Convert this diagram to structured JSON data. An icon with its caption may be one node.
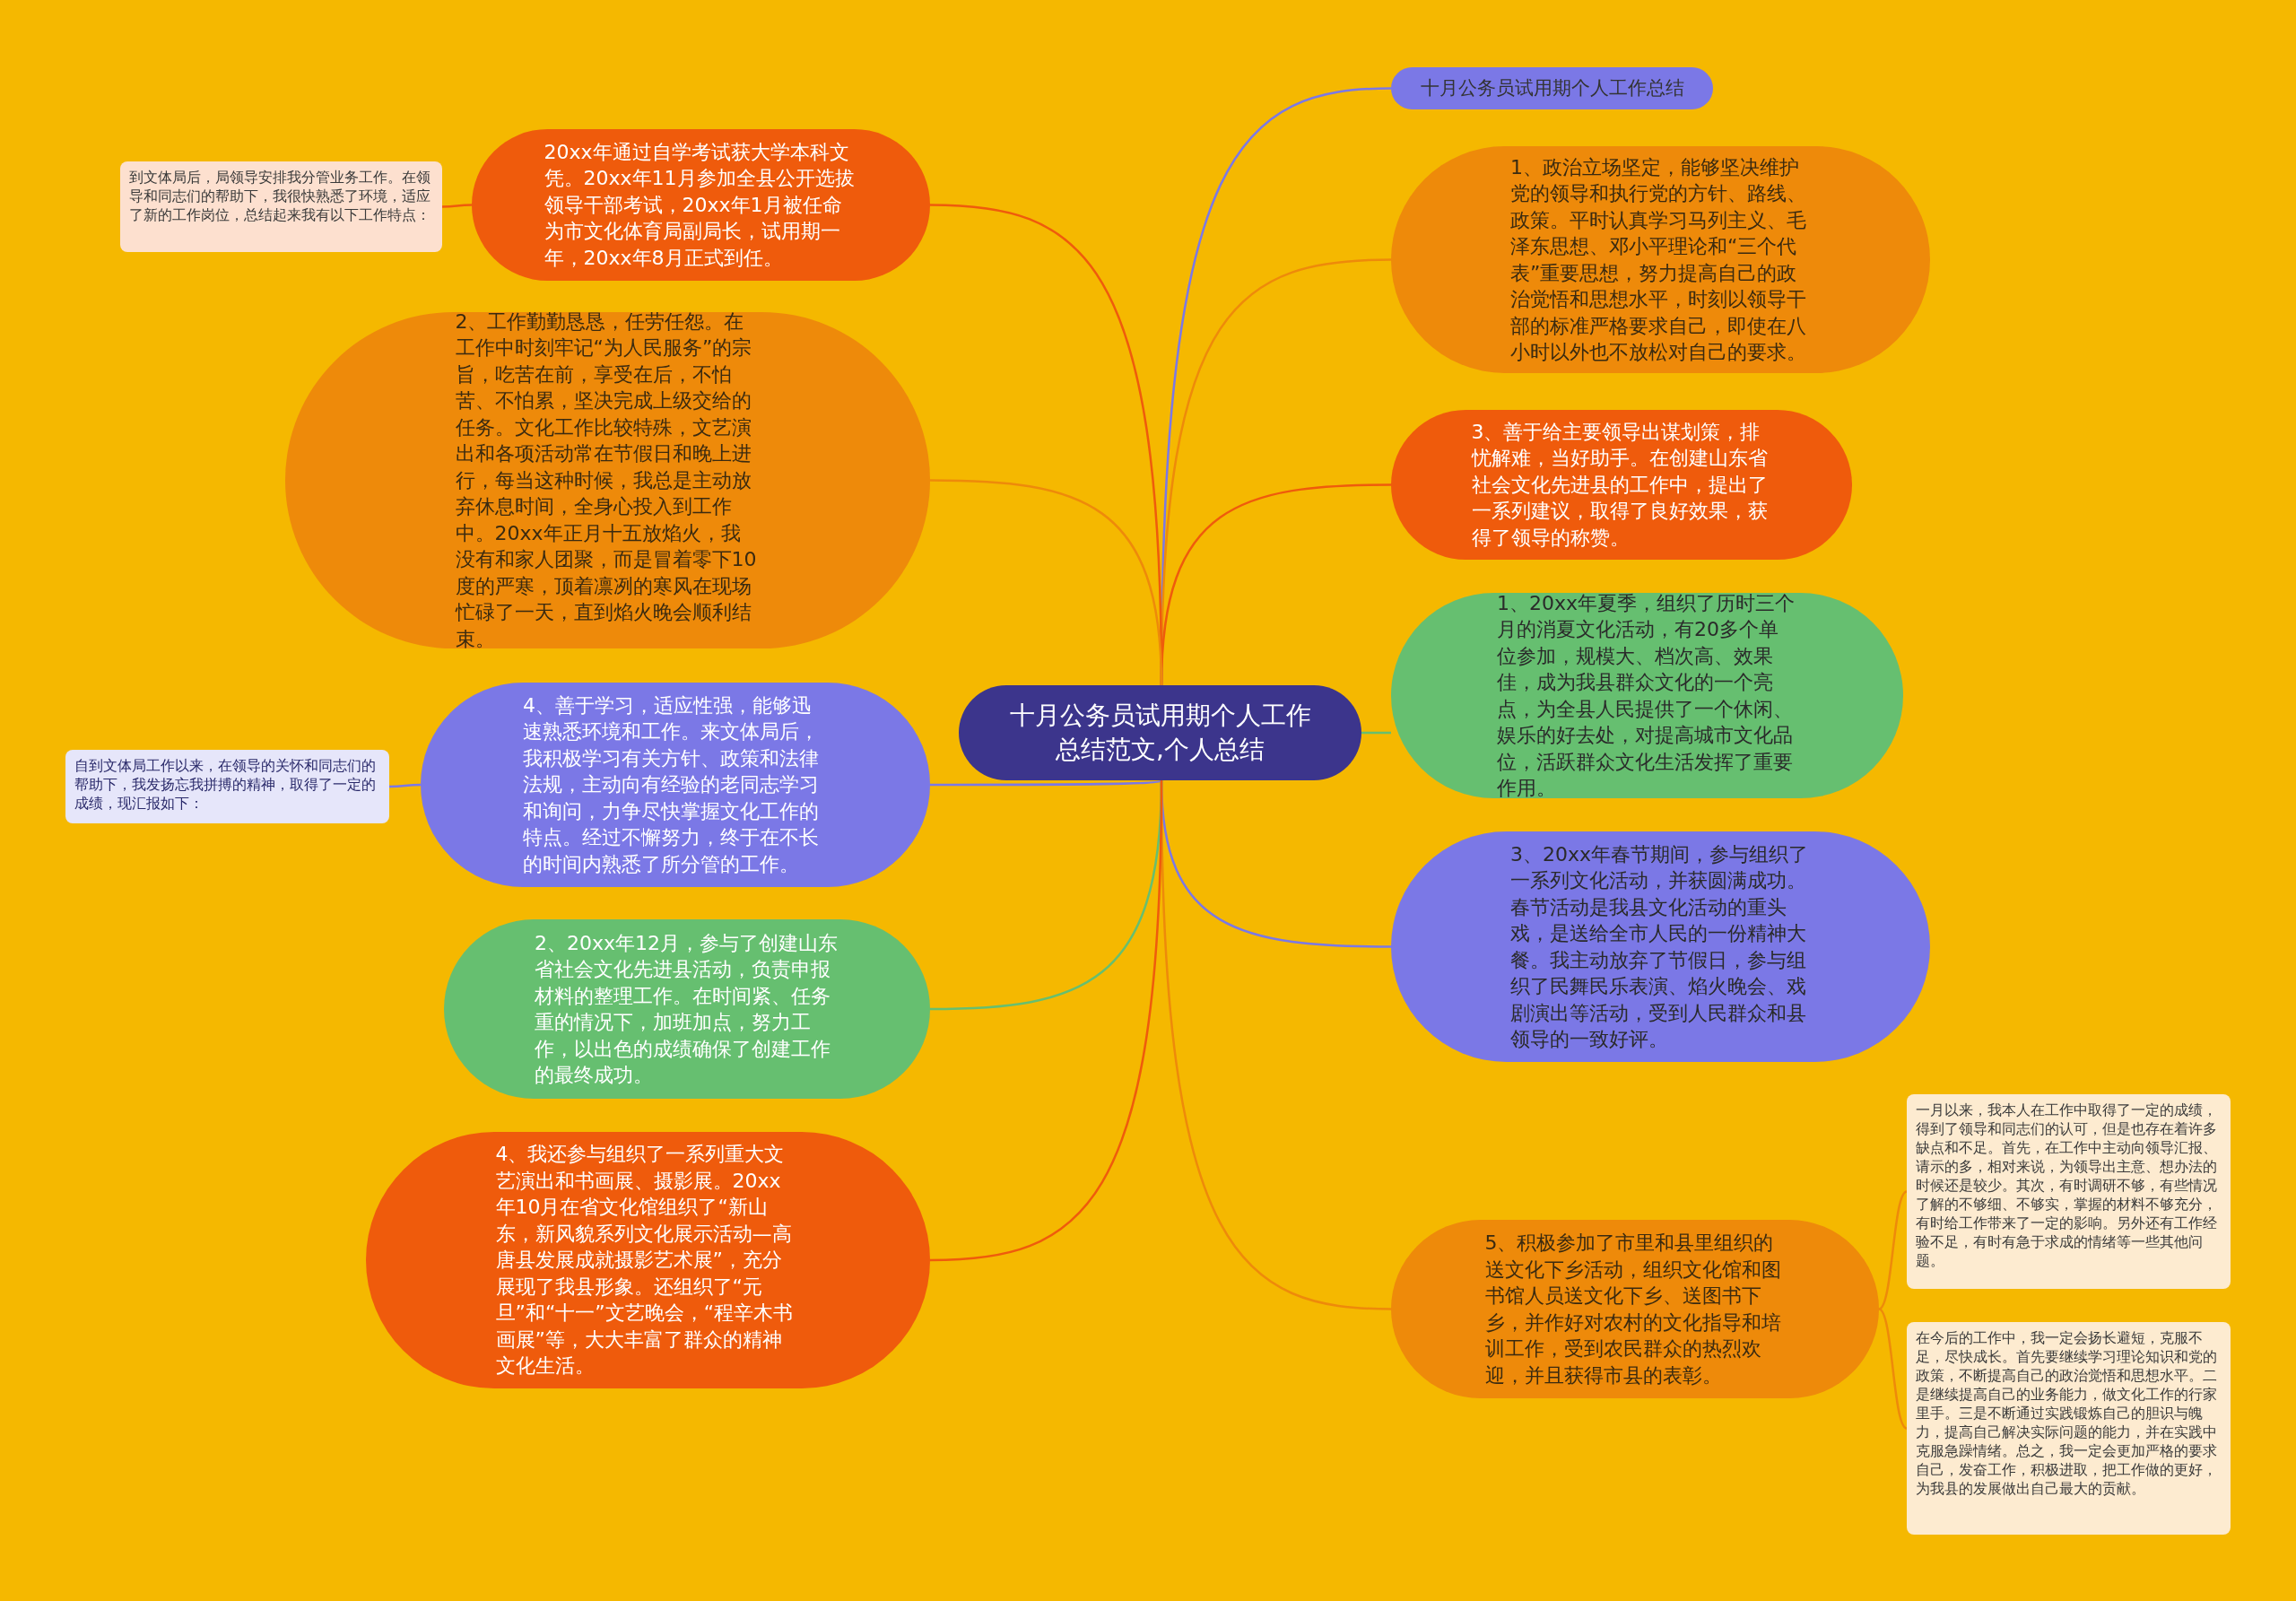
{
  "diagram": {
    "nodes": [
      {
        "text": [
          "十月公务员试用期个人工作总结范文,个人总结"
        ]
      },
      {
        "text": [
          "十月公务员试用期个人工作总结"
        ]
      },
      {
        "text": [
          "1、政治立场坚定，能够坚决维护党的领导和执行党的方针、路线、政策。平时认真学习马列主义、毛泽东思想、邓小平理论和“三个代表”重要思想，努力提高自己的政治觉悟和思想水平，时刻以领导干部的标准严格要求自己，即使在八小时以外也不放松对自己的要求。"
        ]
      },
      {
        "text": [
          "3、善于给主要领导出谋划策，排忧解难，当好助手。在创建山东省社会文化先进县的工作中，提出了一系列建议，取得了良好效果，获得了领导的称赞。"
        ]
      },
      {
        "text": [
          "1、20xx年夏季，组织了历时三个月的消夏文化活动，有20多个单位参加，规模大、档次高、效果佳，成为我县群众文化的一个亮点，为全县人民提供了一个休闲、娱乐的好去处，对提高城市文化品位，活跃群众文化生活发挥了重要作用。"
        ]
      },
      {
        "text": [
          "3、20xx年春节期间，参与组织了一系列文化活动，并获圆满成功。春节活动是我县文化活动的重头戏，是送给全市人民的一份精神大餐。我主动放弃了节假日，参与组织了民舞民乐表演、焰火晚会、戏剧演出等活动，受到人民群众和县领导的一致好评。"
        ]
      },
      {
        "text": [
          "5、积极参加了市里和县里组织的送文化下乡活动，组织文化馆和图书馆人员送文化下乡、送图书下乡，并作好对农村的文化指导和培训工作，受到农民群众的热烈欢迎，并且获得市县的表彰。"
        ]
      },
      {
        "text": [
          "一月以来，我本人在工作中取得了一定的成绩，得到了领导和同志们的认可，但是也存在着许多缺点和不足。首先，在工作中主动向领导汇报、请示的多，相对来说，为领导出主意、想办法的时候还是较少。其次，有时调研不够，有些情况了解的不够细、不够实，掌握的材料不够充分，有时给工作带来了一定的影响。另外还有工作经验不足，有时有急于求成的情绪等一些其他问题。"
        ]
      },
      {
        "text": [
          "在今后的工作中，我一定会扬长避短，克服不足，尽快成长。首先要继续学习理论知识和党的政策，不断提高自己的政治觉悟和思想水平。二是继续提高自己的业务能力，做文化工作的行家里手。三是不断通过实践锻炼自己的胆识与魄力，提高自己解决实际问题的能力，并在实践中克服急躁情绪。总之，我一定会更加严格的要求自己，发奋工作，积极进取，把工作做的更好，为我县的发展做出自己最大的贡献。"
        ]
      },
      {
        "text": [
          "20xx年通过自学考试获大学本科文凭。20xx年11月参加全县公开选拔领导干部考试，20xx年1月被任命为市文化体育局副局长，试用期一年，20xx年8月正式到任。"
        ]
      },
      {
        "text": [
          "到文体局后，局领导安排我分管业务工作。在领导和同志们的帮助下，我很快熟悉了环境，适应了新的工作岗位，总结起来我有以下工作特点："
        ]
      },
      {
        "text": [
          "2、工作勤勤恳恳，任劳任怨。在工作中时刻牢记“为人民服务”的宗旨，吃苦在前，享受在后，不怕苦、不怕累，坚决完成上级交给的任务。文化工作比较特殊，文艺演出和各项活动常在节假日和晚上进行，每当这种时候，我总是主动放弃休息时间，全身心投入到工作中。20xx年正月十五放焰火，我没有和家人团聚，而是冒着零下10度的严寒，顶着凛冽的寒风在现场忙碌了一天，直到焰火晚会顺利结束。"
        ]
      },
      {
        "text": [
          "4、善于学习，适应性强，能够迅速熟悉环境和工作。来文体局后，我积极学习有关方针、政策和法律法规，主动向有经验的老同志学习和询问，力争尽快掌握文化工作的特点。经过不懈努力，终于在不长的时间内熟悉了所分管的工作。"
        ]
      },
      {
        "text": [
          "自到文体局工作以来，在领导的关怀和同志们的帮助下，我发扬忘我拼搏的精神，取得了一定的成绩，现汇报如下："
        ]
      },
      {
        "text": [
          "2、20xx年12月，参与了创建山东省社会文化先进县活动，负责申报材料的整理工作。在时间紧、任务重的情况下，加班加点，努力工作，以出色的成绩确保了创建工作的最终成功。"
        ]
      },
      {
        "text": [
          "4、我还参与组织了一系列重大文艺演出和书画展、摄影展。20xx年10月在省文化馆组织了“新山东，新风貌系列文化展示活动—高唐县发展成就摄影艺术展”，充分展现了我县形象。还组织了“元旦”和“十一”文艺晚会，“程辛木书画展”等，大大丰富了群众的精神文化生活。"
        ]
      }
    ],
    "edges": [
      {
        "from": 0,
        "to": 1,
        "arrow": "none",
        "color": "#7b78e6"
      },
      {
        "from": 0,
        "to": 2,
        "arrow": "none",
        "color": "#ee8a0a"
      },
      {
        "from": 0,
        "to": 3,
        "arrow": "none",
        "color": "#ef5b0c"
      },
      {
        "from": 0,
        "to": 4,
        "arrow": "none",
        "color": "#66bf70"
      },
      {
        "from": 0,
        "to": 5,
        "arrow": "none",
        "color": "#7b78e6"
      },
      {
        "from": 0,
        "to": 6,
        "arrow": "none",
        "color": "#ee8a0a"
      },
      {
        "from": 6,
        "to": 7,
        "arrow": "none",
        "color": "#ee8a0a"
      },
      {
        "from": 6,
        "to": 8,
        "arrow": "none",
        "color": "#ee8a0a"
      },
      {
        "from": 0,
        "to": 9,
        "arrow": "none",
        "color": "#ef5b0c"
      },
      {
        "from": 9,
        "to": 10,
        "arrow": "none",
        "color": "#ef5b0c"
      },
      {
        "from": 0,
        "to": 11,
        "arrow": "none",
        "color": "#ee8a0a"
      },
      {
        "from": 0,
        "to": 12,
        "arrow": "none",
        "color": "#7b78e6"
      },
      {
        "from": 12,
        "to": 13,
        "arrow": "none",
        "color": "#7b78e6"
      },
      {
        "from": 0,
        "to": 14,
        "arrow": "none",
        "color": "#66bf70"
      },
      {
        "from": 0,
        "to": 15,
        "arrow": "none",
        "color": "#ef5b0c"
      }
    ]
  }
}
